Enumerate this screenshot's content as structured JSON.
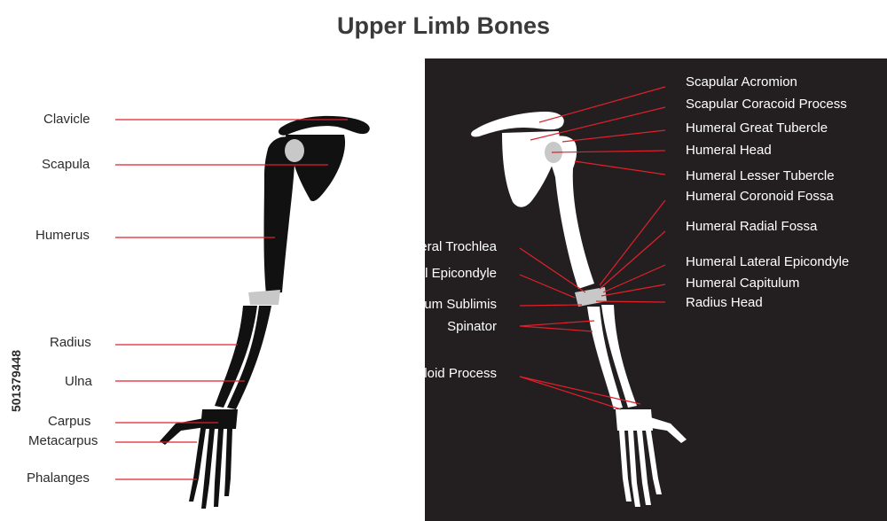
{
  "title": "Upper Limb Bones",
  "stock_id": "501379448",
  "colors": {
    "leader": "#e0202a",
    "bone_dark": "#111111",
    "bone_light": "#ffffff",
    "joint": "#c8c8c8",
    "panel": "#231f20"
  },
  "left_labels": {
    "clavicle": "Clavicle",
    "scapula": "Scapula",
    "humerus": "Humerus",
    "radius": "Radius",
    "ulna": "Ulna",
    "carpus": "Carpus",
    "metacarpus": "Metacarpus",
    "phalanges": "Phalanges"
  },
  "right_labels": {
    "scapular_acromion": "Scapular Acromion",
    "scapular_coracoid": "Scapular Coracoid Process",
    "humeral_great_tubercle": "Humeral Great Tubercle",
    "humeral_head": "Humeral Head",
    "humeral_lesser_tubercle": "Humeral Lesser Tubercle",
    "humeral_coronoid_fossa": "Humeral Coronoid Fossa",
    "humeral_radial_fossa": "Humeral Radial Fossa",
    "humeral_lateral_epicondyle": "Humeral Lateral Epicondyle",
    "humeral_capitulum": "Humeral Capitulum",
    "radius_head": "Radius Head"
  },
  "mid_labels": {
    "humeral_trochlea": "Humeral Trochlea",
    "humeral_medial_epicondyle": "Humeral Medial Epicondyle",
    "flexor_digitorum": "Flexor Digitorum Sublimis",
    "spinator": "Spinator",
    "styloid_process": "Styloid Process"
  }
}
